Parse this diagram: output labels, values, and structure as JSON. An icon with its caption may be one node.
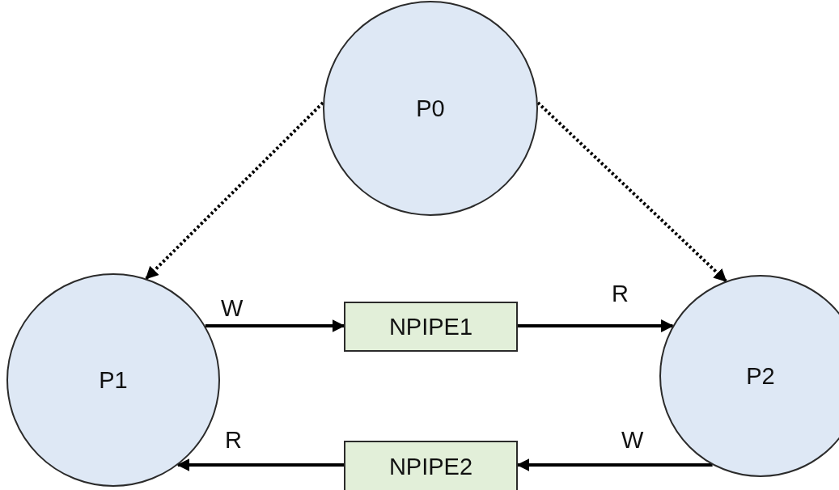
{
  "diagram": {
    "nodes": [
      {
        "text": [
          "P0"
        ]
      },
      {
        "text": [
          "P1"
        ]
      },
      {
        "text": [
          "NPIPE1"
        ]
      },
      {
        "text": [
          "P2"
        ]
      },
      {
        "text": [
          "NPIPE2"
        ]
      }
    ],
    "edges": [
      {
        "from": 0,
        "to": 1,
        "arrow": "to",
        "style": "dashed"
      },
      {
        "from": 0,
        "to": 3,
        "arrow": "to",
        "style": "dashed"
      },
      {
        "from": 1,
        "to": 2,
        "arrow": "to",
        "label": "W"
      },
      {
        "from": 2,
        "to": 3,
        "arrow": "to",
        "label": "R"
      },
      {
        "from": 3,
        "to": 4,
        "arrow": "to",
        "label": "W"
      },
      {
        "from": 4,
        "to": 1,
        "arrow": "to",
        "label": "R"
      }
    ]
  }
}
